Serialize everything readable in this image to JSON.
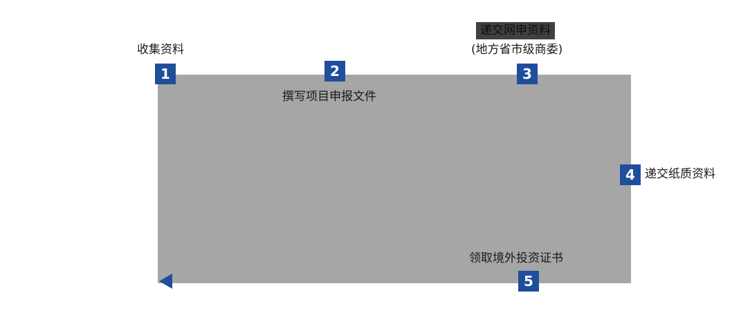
{
  "diagram": {
    "type": "process-flow",
    "description": "Five-step overseas investment filing process flow around a gray band",
    "colors": {
      "step_marker_blue": "#1f4e9b",
      "band_gray": "#a6a6a6",
      "highlight_dark": "#404040",
      "text": "#1a1a1a"
    }
  },
  "steps": [
    {
      "number": "1",
      "label": "收集资料"
    },
    {
      "number": "2",
      "label": "撰写项目申报文件"
    },
    {
      "number": "3",
      "label": "递交网申资料",
      "sublabel": "(地方省市级商委)"
    },
    {
      "number": "4",
      "label": "递交纸质资料"
    },
    {
      "number": "5",
      "label": "领取境外投资证书"
    }
  ],
  "icons": {
    "end_arrow": "left-pointing-triangle"
  }
}
